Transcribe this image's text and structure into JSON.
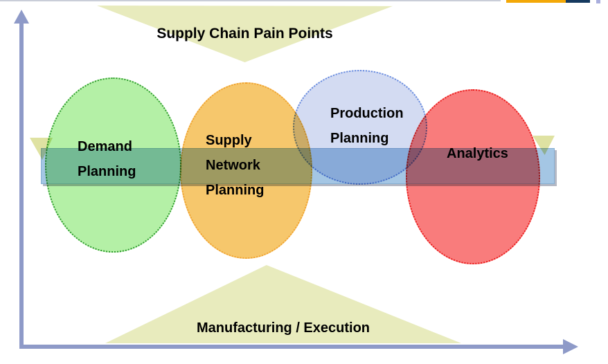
{
  "diagram": {
    "kind": "supply-chain-overview",
    "background": "#ffffff"
  },
  "top_strip": {
    "segments": [
      {
        "name": "gray-line",
        "color": "#c9cdd8"
      },
      {
        "name": "orange-segment",
        "color": "#f3a807"
      },
      {
        "name": "navy-segment",
        "color": "#16395f"
      },
      {
        "name": "lavender-dot",
        "color": "#a9aedd"
      }
    ]
  },
  "axes": {
    "color": "#8e9ac8",
    "vertical_arrow": "up",
    "horizontal_arrow": "right"
  },
  "pain_points_triangle": {
    "label": "Supply Chain Pain Points",
    "fill": "#e8ebbd",
    "direction": "down"
  },
  "manufacturing_triangle": {
    "label": "Manufacturing / Execution",
    "fill": "#e8ebbd",
    "direction": "up"
  },
  "process_bar": {
    "color": "#a4c6e4",
    "border": "#86aed2",
    "shadow": "#b4b8c4"
  },
  "bar_end_markers": {
    "fill": "#dfe2a2",
    "direction": "down"
  },
  "ellipses": [
    {
      "name": "demand-planning",
      "lines": [
        "Demand",
        "Planning"
      ],
      "fill": "#b4f0a6",
      "border": "#2e9b2e"
    },
    {
      "name": "supply-network-planning",
      "lines": [
        "Supply",
        "Network",
        "Planning"
      ],
      "fill": "#f6c76c",
      "border": "#f0a02c"
    },
    {
      "name": "production-planning",
      "lines": [
        "Production",
        "Planning"
      ],
      "fill": "#d3dbf2",
      "border": "#6287de"
    },
    {
      "name": "analytics",
      "lines": [
        "Analytics"
      ],
      "fill": "#f97c7c",
      "border": "#ea1b1b"
    }
  ]
}
